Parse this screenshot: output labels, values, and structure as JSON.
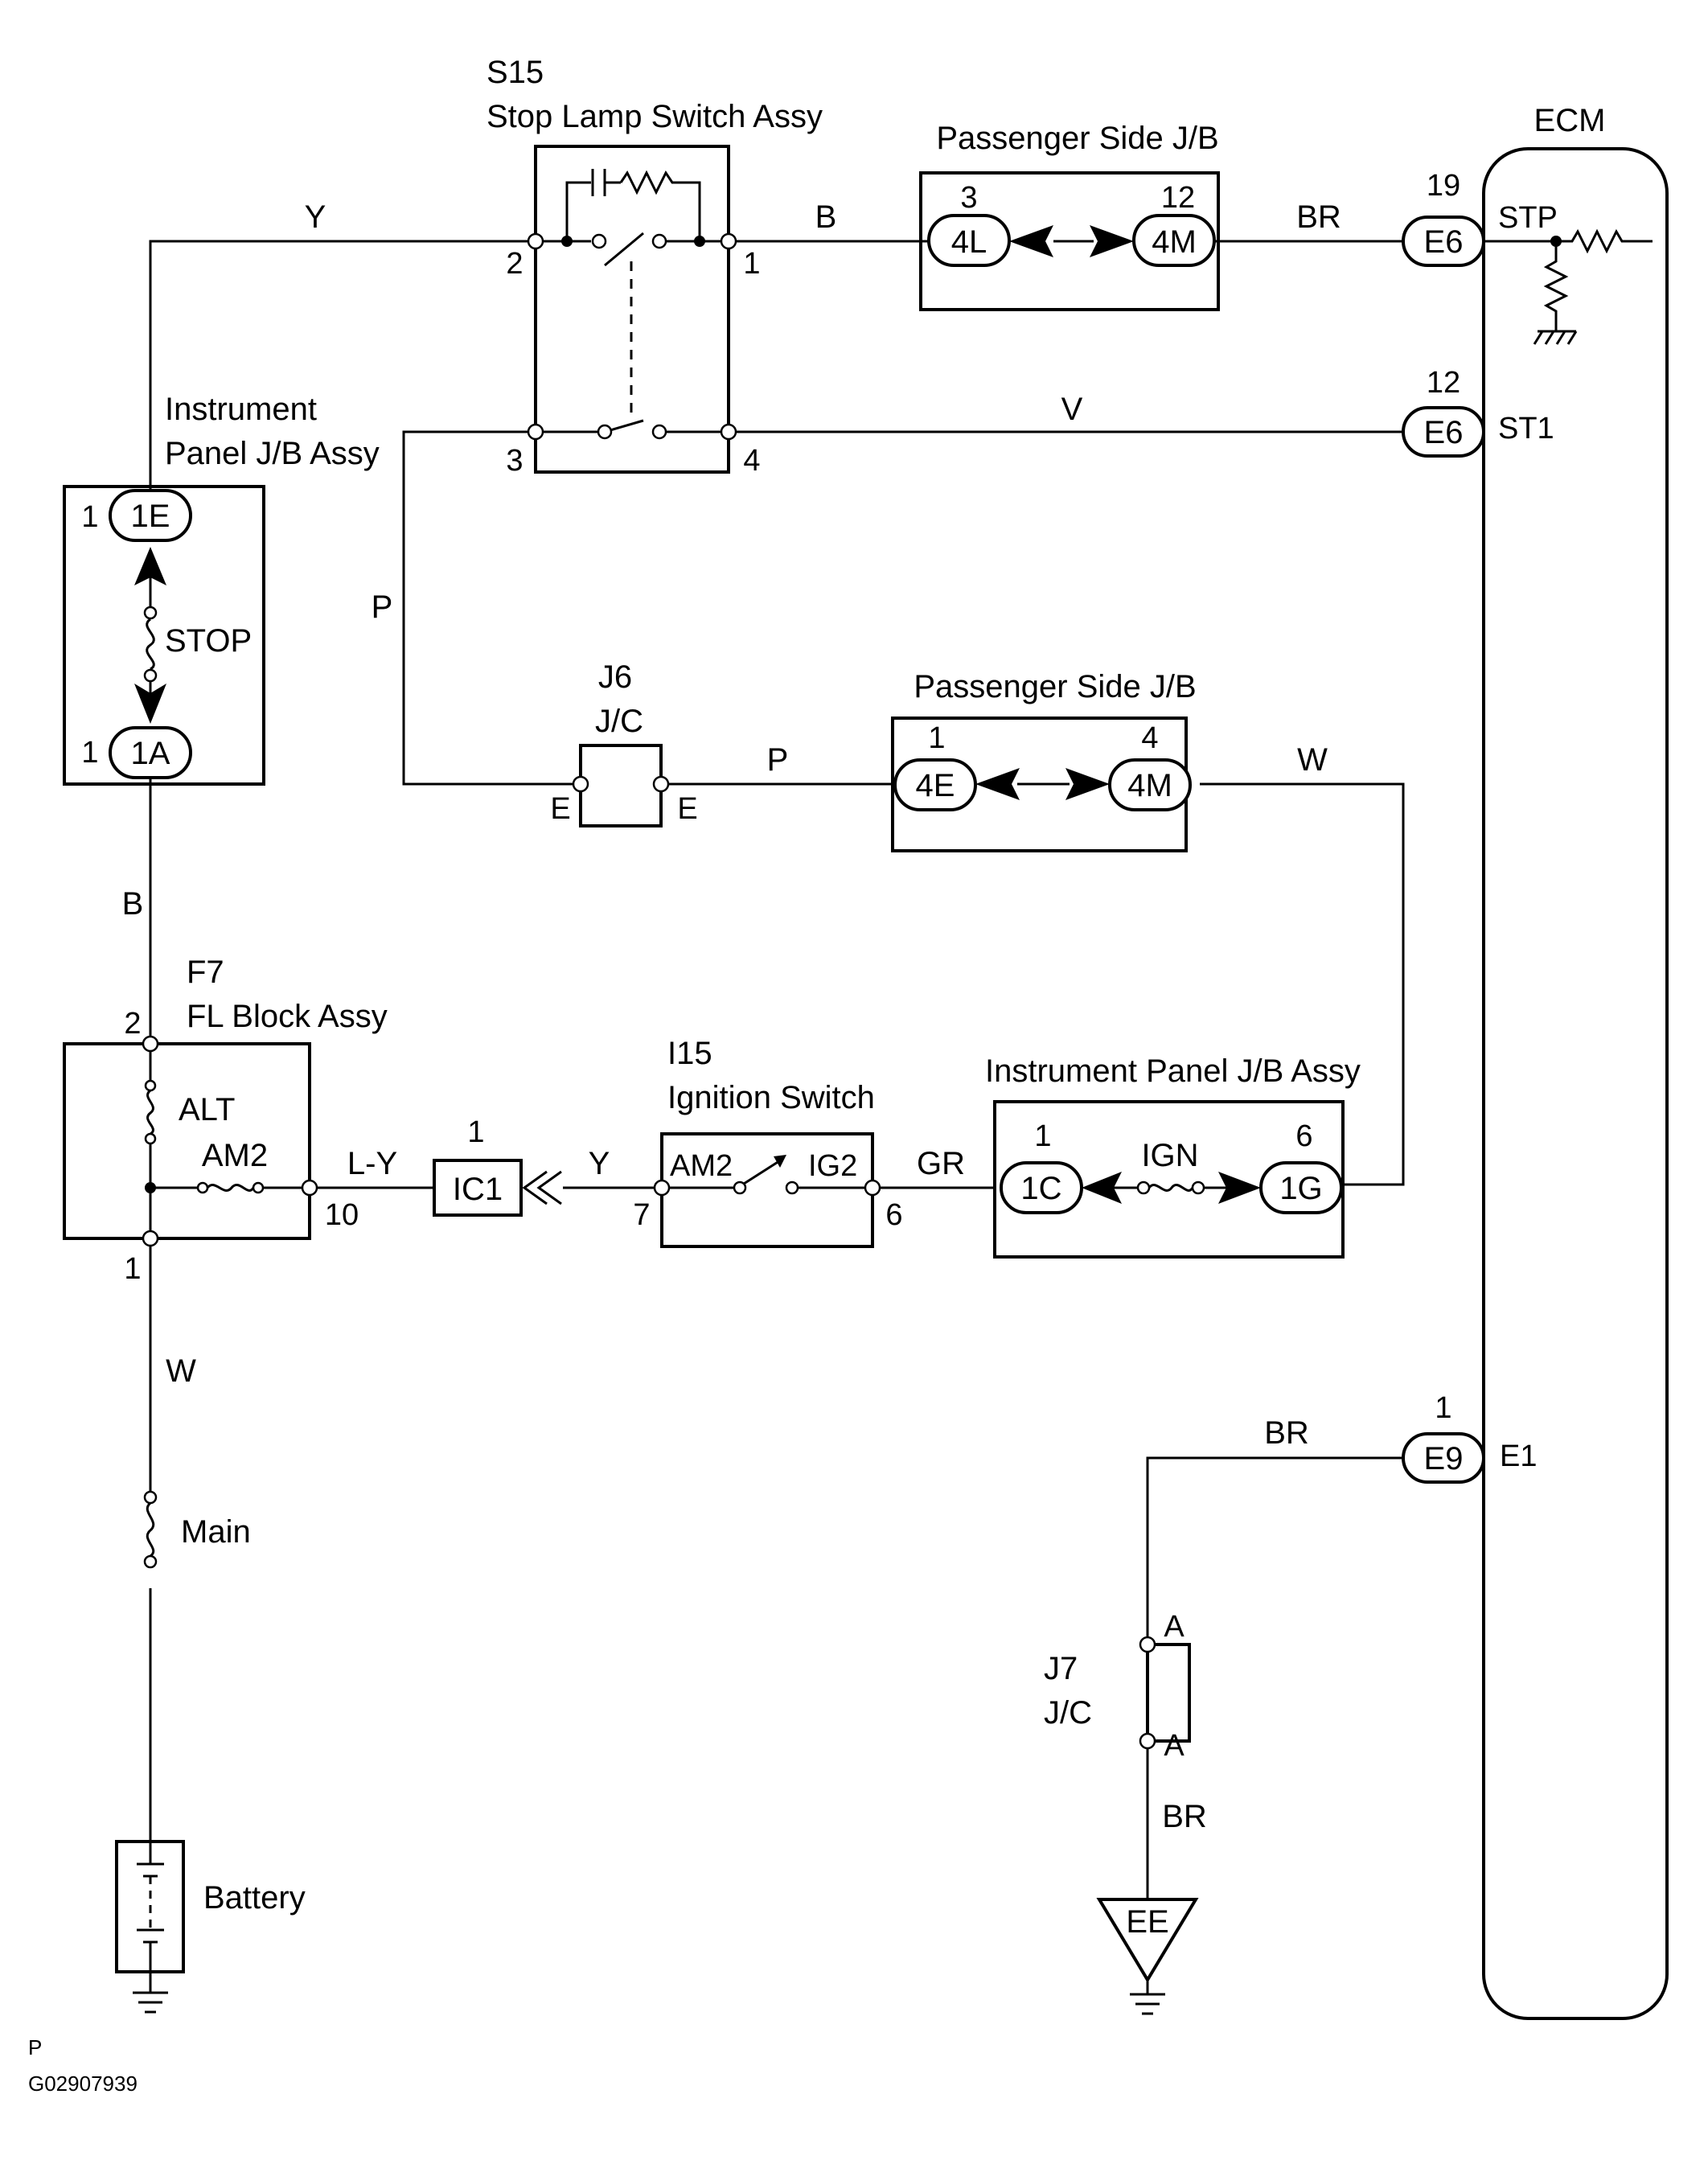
{
  "components": {
    "stop_lamp_switch": {
      "code": "S15",
      "name": "Stop Lamp Switch Assy",
      "pins": [
        "2",
        "1",
        "3",
        "4"
      ]
    },
    "passenger_jb_top": {
      "name": "Passenger Side J/B",
      "left_pin": "3",
      "left_conn": "4L",
      "right_pin": "12",
      "right_conn": "4M"
    },
    "passenger_jb_mid": {
      "name": "Passenger Side J/B",
      "left_pin": "1",
      "left_conn": "4E",
      "right_pin": "4",
      "right_conn": "4M"
    },
    "ecm": {
      "name": "ECM",
      "stp": {
        "pin": "19",
        "conn": "E6",
        "terminal": "STP"
      },
      "st1": {
        "pin": "12",
        "conn": "E6",
        "terminal": "ST1"
      },
      "e1": {
        "pin": "1",
        "conn": "E9",
        "terminal": "E1"
      }
    },
    "instrument_jb_left": {
      "name_line1": "Instrument",
      "name_line2": "Panel J/B Assy",
      "top_pin": "1",
      "top_conn": "1E",
      "fuse": "STOP",
      "bottom_pin": "1",
      "bottom_conn": "1A"
    },
    "j6": {
      "code": "J6",
      "name": "J/C",
      "left": "E",
      "right": "E"
    },
    "fl_block": {
      "code": "F7",
      "name": "FL Block Assy",
      "pin_top": "2",
      "fuse_alt": "ALT",
      "fuse_am2": "AM2",
      "pin_right": "10",
      "pin_bottom": "1"
    },
    "ic1": {
      "label": "IC1",
      "pin": "1"
    },
    "ignition_switch": {
      "code": "I15",
      "name": "Ignition Switch",
      "in_label": "AM2",
      "out_label": "IG2",
      "pin_in": "7",
      "pin_out": "6"
    },
    "instrument_jb_right": {
      "name": "Instrument Panel J/B Assy",
      "left_pin": "1",
      "left_conn": "1C",
      "fuse": "IGN",
      "right_pin": "6",
      "right_conn": "1G"
    },
    "main_fuse": {
      "label": "Main"
    },
    "battery": {
      "label": "Battery"
    },
    "j7": {
      "code": "J7",
      "name": "J/C",
      "top": "A",
      "bottom": "A"
    },
    "ground_ee": {
      "label": "EE"
    }
  },
  "wires": {
    "y_top": "Y",
    "b_top": "B",
    "br_top": "BR",
    "v": "V",
    "p_left": "P",
    "p_mid": "P",
    "w_right": "W",
    "b_left": "B",
    "ly": "L-Y",
    "y_ic": "Y",
    "gr": "GR",
    "w_left": "W",
    "br_e1": "BR",
    "br_ground": "BR"
  },
  "footer": {
    "code": "P",
    "figure_id": "G02907939"
  }
}
